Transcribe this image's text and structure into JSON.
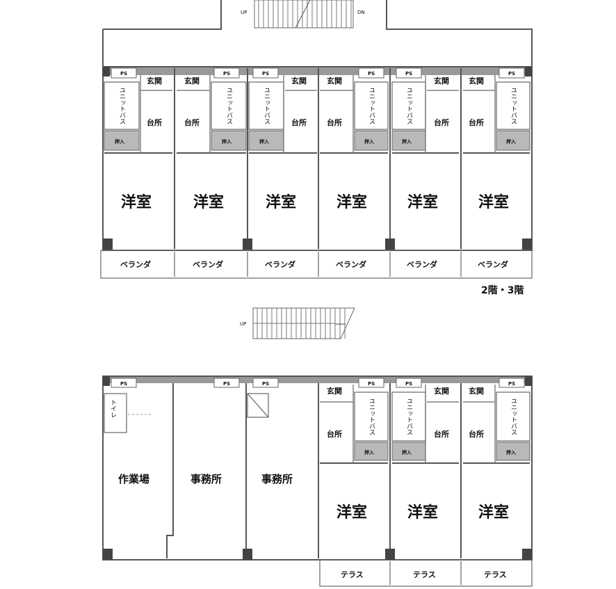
{
  "colors": {
    "wall": "#555555",
    "closet_fill": "#b9b9b9",
    "column": "#444444"
  },
  "upper": {
    "floor_label": "2階・3階",
    "stair_up": "UP",
    "stair_dn": "DN",
    "units": [
      {
        "ps": "PS",
        "entry": "玄関",
        "bath": "ユニットバス",
        "kitchen": "台所",
        "closet": "押入",
        "room": "洋室",
        "balcony": "ベランダ"
      },
      {
        "ps": "PS",
        "entry": "玄関",
        "bath": "ユニットバス",
        "kitchen": "台所",
        "closet": "押入",
        "room": "洋室",
        "balcony": "ベランダ"
      },
      {
        "ps": "PS",
        "entry": "玄関",
        "bath": "ユニットバス",
        "kitchen": "台所",
        "closet": "押入",
        "room": "洋室",
        "balcony": "ベランダ"
      },
      {
        "ps": "PS",
        "entry": "玄関",
        "bath": "ユニットバス",
        "kitchen": "台所",
        "closet": "押入",
        "room": "洋室",
        "balcony": "ベランダ"
      },
      {
        "ps": "PS",
        "entry": "玄関",
        "bath": "ユニットバス",
        "kitchen": "台所",
        "closet": "押入",
        "room": "洋室",
        "balcony": "ベランダ"
      },
      {
        "ps": "PS",
        "entry": "玄関",
        "bath": "ユニットバス",
        "kitchen": "台所",
        "closet": "押入",
        "room": "洋室",
        "balcony": "ベランダ"
      }
    ]
  },
  "middle": {
    "stair_up": "UP"
  },
  "lower": {
    "workshop": {
      "ps": "PS",
      "toilet": "トイレ",
      "room": "作業場"
    },
    "office1": {
      "ps": "PS",
      "room": "事務所"
    },
    "office2": {
      "ps": "PS",
      "room": "事務所"
    },
    "units": [
      {
        "ps": "PS",
        "entry": "玄関",
        "bath": "ユニットバス",
        "kitchen": "台所",
        "closet": "押入",
        "room": "洋室",
        "terrace": "テラス"
      },
      {
        "ps": "PS",
        "entry": "玄関",
        "bath": "ユニットバス",
        "kitchen": "台所",
        "closet": "押入",
        "room": "洋室",
        "terrace": "テラス"
      },
      {
        "ps": "PS",
        "entry": "玄関",
        "bath": "ユニットバス",
        "kitchen": "台所",
        "closet": "押入",
        "room": "洋室",
        "terrace": "テラス"
      }
    ]
  }
}
